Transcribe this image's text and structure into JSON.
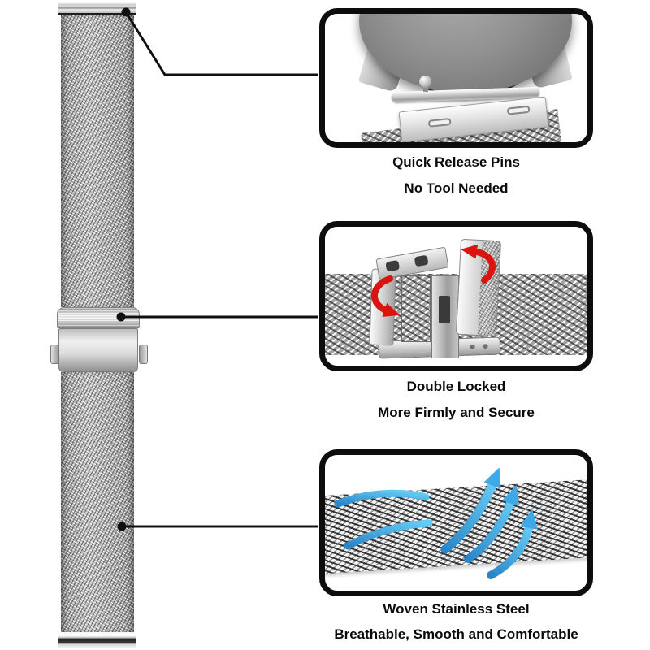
{
  "page": {
    "background": "#ffffff",
    "description": "Mesh watch band feature infographic"
  },
  "band": {
    "label": "stainless-steel-mesh-watch-band"
  },
  "callouts": [
    {
      "id": "quick-release",
      "title": "Quick Release Pins",
      "subtitle": "No Tool Needed"
    },
    {
      "id": "double-locked",
      "title": "Double Locked",
      "subtitle": "More Firmly and Secure"
    },
    {
      "id": "woven-steel",
      "title": "Woven Stainless Steel",
      "subtitle": "Breathable, Smooth and Comfortable"
    }
  ],
  "colors": {
    "panel_border": "#0d0d0d",
    "connector_line": "#101010",
    "caption_text": "#0a0a0a",
    "rotate_arrow_red": "#d81510",
    "airflow_arrow_blue": "#3fa9e8",
    "airflow_arrow_blue_dark": "#2b86c8",
    "metal_light": "#f2f2f2",
    "metal_dark": "#8f8f8f"
  },
  "icons": {
    "callout_dot": "black-dot",
    "rotate_arrow": "red-curved-rotation-arrow",
    "airflow_arrow": "blue-airflow-arrow"
  }
}
